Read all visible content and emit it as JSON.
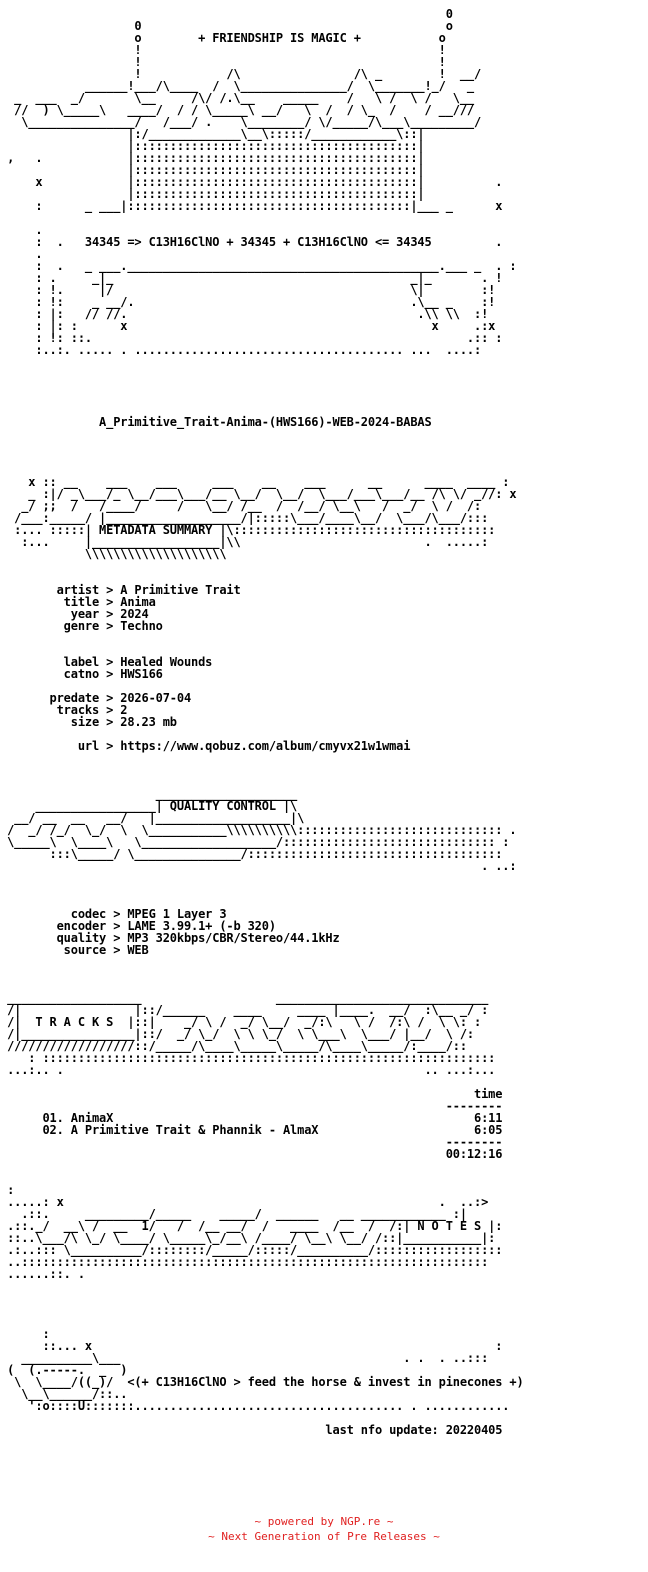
{
  "nfo_lines": [
    "                                                               0",
    "                   0                                           o",
    "                   o        + FRIENDSHIP IS MAGIC +           o",
    "                   !                                          !",
    "                   !                                          !",
    "                   !            /\\                /\\ _        !  __/",
    "            ______!___/\\____  /  \\_______________/  \\_______!_/   _",
    "  _  ___  _/       \\__     /\\/ /.\\__    _____    /   \\ /  \\ /   \\__",
    "  //  ) \\_____\\   ____/  / / \\_____\\ __/   \\  /  / \\_  /    / __///",
    "   \\_______________/   /___/ .    \\________/ \\/_____/\\___\\_________/",
    "                  |:/_____________\\__\\:::::/____________\\::|",
    "                  |::::::::::::::::::::::::::::::::::::::::|",
    " ,   .            |::::::::::::::::::::::::::::::::::::::::|",
    "                  |::::::::::::::::::::::::::::::::::::::::|",
    "     x            |::::::::::::::::::::::::::::::::::::::::|          .",
    "                  |::::::::::::::::::::::::::::::::::::::::|",
    "     :      _ ___|::::::::::::::::::::::::::::::::::::::::|___ _      x",
    "",
    "     .",
    "     :  .   34345 => C13H16ClNO + 34345 + C13H16ClNO <= 34345         .",
    "     .",
    "     :  .   _ ___.____________________________________________.___ _  . :",
    "     : .     _|_                                          _|_       . !",
    "     : !.     |/                                          \\|        :!",
    "     : !:    _ __/.                                       .\\__ _    :!",
    "     : |:   // //.                                         .\\\\ \\\\  :!",
    "     : |: :      x                                           x     .:x",
    "     : !: ::.                                                     .:: :",
    "     :..:. ..... . ...................................... ...  ....:",
    "",
    "",
    "",
    "",
    "",
    "              A_Primitive_Trait-Anima-(HWS166)-WEB-2024-BABAS",
    "",
    "",
    "",
    "",
    "    x :: __    ___    ___     ___    __    ___      __      ____  ____ :",
    "    _ :|/ _\\___/_ \\__/___\\___/__ \\__/  \\__/  \\___/___\\___/__ /\\ \\/ _//: x",
    "   _/ ;;  /   /____/     /   \\__/ /__  /  /__/ \\__\\   /  _/  \\ /  /:",
    "  /___:_____/ |___________________/|:::::\\___/____\\__/  \\___/\\___/:::",
    "  :... :::::| METADATA SUMMARY |\\:::::::::::::::::::::::::::::::::::::",
    "   :...     |__________________|\\\\                          .  .....:",
    "            \\\\\\\\\\\\\\\\\\\\\\\\\\\\\\\\\\\\\\\\",
    "",
    "",
    "        artist > A Primitive Trait",
    "         title > Anima",
    "          year > 2024",
    "         genre > Techno",
    "",
    "",
    "         label > Healed Wounds",
    "         catno > HWS166",
    "",
    "       predate > 2026-07-04",
    "        tracks > 2",
    "          size > 28.23 mb",
    "",
    "           url > https://www.qobuz.com/album/cmyvx21w1wmai",
    "",
    "",
    "",
    "                      ____________________",
    "     _________________| QUALITY CONTROL |\\",
    "  __/ __  __   __/   |___________________|\\",
    " /  _/ /_/  \\_/  \\  \\___________\\\\\\\\\\\\\\\\\\\\::::::::::::::::::::::::::::: .",
    " \\_____\\  \\____\\   \\___________________/:::::::::::::::::::::::::::::: :",
    "       :::\\_____/ \\_______________/::::::::::::::::::::::::::::::::::::",
    "                                                                    . ..:",
    "",
    "",
    "",
    "          codec > MPEG 1 Layer 3",
    "        encoder > LAME 3.99.1+ (-b 320)",
    "        quality > MP3 320kbps/CBR/Stereo/44.1kHz",
    "         source > WEB",
    "",
    "",
    "",
    " ___________________                   ______________________________",
    " /|                |::/______    ____     ____ |____.  __/  :\\__ _/ :",
    " /|  T R A C K S  |::|    _/ \\ /  _/ \\__/  _/:\\   \\ /  /:\\ /  \\ \\: :",
    " /|________________|::/  _/ \\_/  \\ \\ \\_/  \\ \\___\\  \\___/ |__/  \\ /:",
    " //////////////////::/_____/\\____\\_____\\_____/\\____\\_____/:____/::",
    "    : ::::::::::::::::::::::::::::::::::::::::::::::::::::::::::::::::",
    " ...:.. .                                                   .. ...:...",
    "",
    "                                                                   time",
    "                                                               --------",
    "      01. AnimaX                                                   6:11",
    "      02. A Primitive Trait & Phannik - AlmaX                      6:05",
    "                                                               --------",
    "                                                               00:12:16",
    "",
    "",
    " :",
    " .....: x                                                     .  ..:>",
    "   .::.     _________/_____    _____/  ______   __ ____________ :|",
    " .::._/  __\\ /  __  1/   /  /__ __/  /   ____  /__  /  /:| N O T E S |:",
    " ::..\\___/\\ \\_/ \\____/ \\_____\\_/__\\ /____/ \\__\\ \\__/ /::|___________|:",
    " .:..::: \\__________/::::::::/_____/:::::/__________/::::::::::::::::::",
    " ..::::::::::::::::::::::::::::::::::::::::::::::::::::::::::::::::::",
    " ......::. .",
    "",
    "",
    "",
    "",
    "      :",
    "      ::... x                                                         :",
    "   __________\\___                                        . .  . ..:::",
    " (  (.-----.  _  )",
    "  \\  \\____/((_)/  <(+ C13H16ClNO > feed the horse & invest in pinecones +)",
    "   \\__\\______/::..",
    "    ':o::::U:::::::...................................... . ............",
    "",
    "                                              last nfo update: 20220405"
  ],
  "footer": {
    "line1": "~ powered by NGP.re ~",
    "line2": "~ Next Generation of Pre Releases ~"
  },
  "colors": {
    "text": "#000000",
    "background": "#ffffff",
    "footer": "#e02020"
  }
}
